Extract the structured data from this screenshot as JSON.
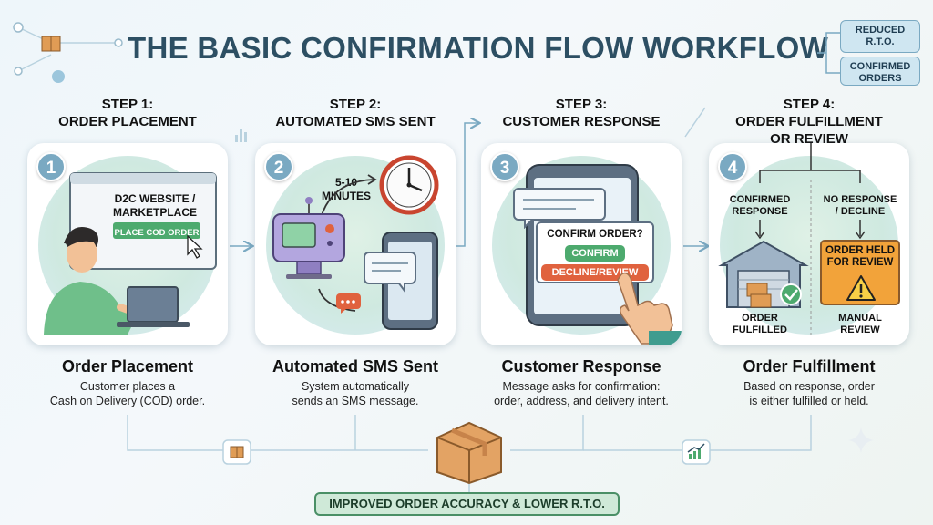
{
  "title": "THE BASIC CONFIRMATION FLOW WORKFLOW",
  "badges": [
    "REDUCED R.T.O.",
    "CONFIRMED ORDERS"
  ],
  "steps": [
    {
      "number": "1",
      "step_label": "STEP 1:",
      "step_name": "ORDER PLACEMENT",
      "card_texts": [
        "D2C WEBSITE /",
        "MARKETPLACE",
        "PLACE COD ORDER"
      ],
      "heading": "Order Placement",
      "desc_lines": [
        "Customer places a",
        "Cash on Delivery (COD) order."
      ]
    },
    {
      "number": "2",
      "step_label": "STEP 2:",
      "step_name": "AUTOMATED SMS SENT",
      "card_texts": [
        "5-10",
        "MINUTES"
      ],
      "heading": "Automated SMS Sent",
      "desc_lines": [
        "System automatically",
        "sends an SMS message."
      ]
    },
    {
      "number": "3",
      "step_label": "STEP 3:",
      "step_name": "CUSTOMER RESPONSE",
      "card_texts": [
        "CONFIRM ORDER?",
        "CONFIRM",
        "DECLINE/REVIEW"
      ],
      "heading": "Customer Response",
      "desc_lines": [
        "Message asks for confirmation:",
        "order, address, and delivery intent."
      ]
    },
    {
      "number": "4",
      "step_label": "STEP 4:",
      "step_name": "ORDER FULFILLMENT",
      "step_name2": "OR REVIEW",
      "card_texts": [
        "CONFIRMED",
        "RESPONSE",
        "NO RESPONSE",
        "/ DECLINE",
        "ORDER HELD",
        "FOR REVIEW",
        "ORDER",
        "FULFILLED",
        "MANUAL",
        "REVIEW"
      ],
      "heading": "Order Fulfillment",
      "desc_lines": [
        "Based on response, order",
        "is either fulfilled or held."
      ]
    }
  ],
  "footer_banner": "IMPROVED ORDER ACCURACY & LOWER R.T.O.",
  "colors": {
    "title": "#2d4f63",
    "accent": "#7aa9c2",
    "confirm": "#4daa6e",
    "decline": "#e0623e",
    "warning": "#f2a33a"
  },
  "icons": [
    "package-icon",
    "robot-icon",
    "clock-icon",
    "phone-icon",
    "warehouse-icon",
    "warning-icon",
    "chart-icon",
    "laptop-icon"
  ]
}
